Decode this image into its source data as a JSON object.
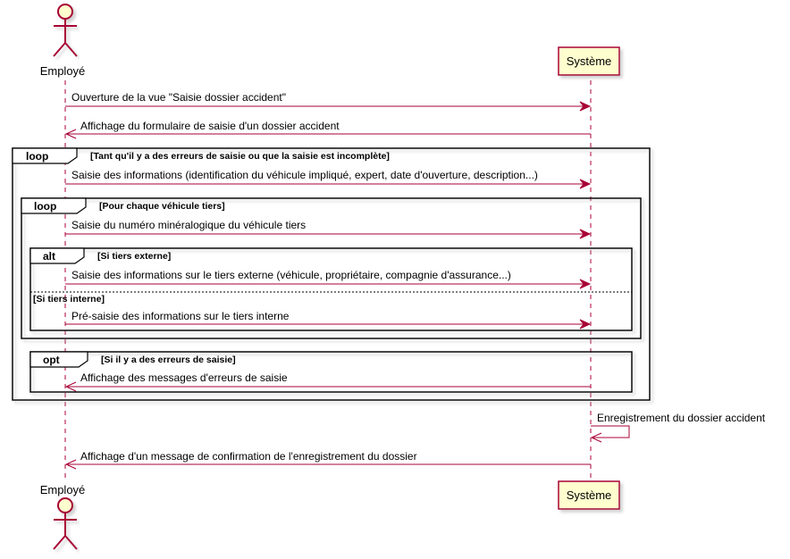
{
  "participants": {
    "actor": {
      "name": "Employé"
    },
    "system": {
      "name": "Système"
    }
  },
  "messages": [
    {
      "text": "Ouverture de la vue \"Saisie dossier accident\""
    },
    {
      "text": "Affichage du formulaire de saisie d'un dossier accident"
    },
    {
      "text": "Saisie des informations (identification du véhicule impliqué, expert, date d'ouverture, description...)"
    },
    {
      "text": "Saisie du numéro minéralogique du véhicule tiers"
    },
    {
      "text": "Saisie des informations sur le tiers externe (véhicule, propriétaire, compagnie d'assurance...)"
    },
    {
      "text": "Pré-saisie des informations sur le tiers interne"
    },
    {
      "text": "Affichage des messages d'erreurs de saisie"
    },
    {
      "text": "Enregistrement du dossier accident"
    },
    {
      "text": "Affichage d'un message de confirmation de l'enregistrement du dossier"
    }
  ],
  "fragments": [
    {
      "keyword": "loop",
      "condition": "[Tant qu'il y a des erreurs de saisie ou que la saisie est incomplète]"
    },
    {
      "keyword": "loop",
      "condition": "[Pour chaque véhicule tiers]"
    },
    {
      "keyword": "alt",
      "condition": "[Si tiers externe]",
      "else_condition": "[Si tiers interne]"
    },
    {
      "keyword": "opt",
      "condition": "[Si il y a des erreurs de saisie]"
    }
  ],
  "colors": {
    "lifeline": "#A80036",
    "arrow": "#A80036",
    "participant_fill": "#FEFECE",
    "participant_border": "#A80036",
    "frame_border": "#000000",
    "shadow": "#888888"
  }
}
